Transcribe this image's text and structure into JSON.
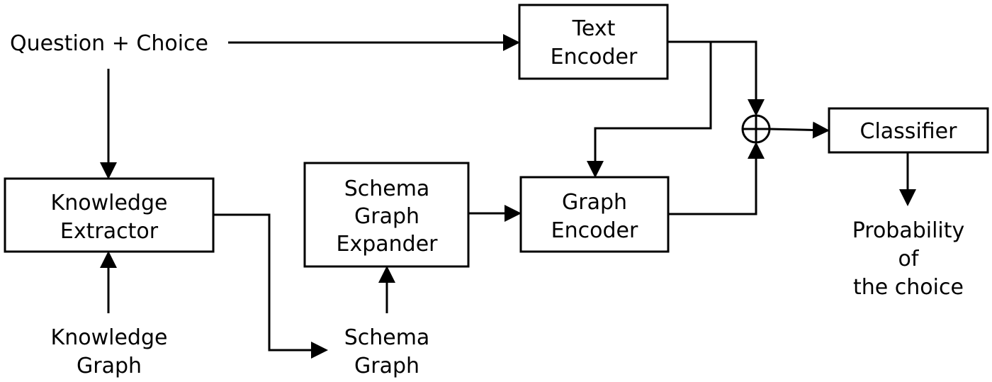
{
  "nodes": {
    "question_choice": "Question + Choice",
    "text_encoder": [
      "Text",
      "Encoder"
    ],
    "classifier": "Classifier",
    "knowledge_extractor": [
      "Knowledge",
      "Extractor"
    ],
    "schema_graph_expander": [
      "Schema",
      "Graph",
      "Expander"
    ],
    "graph_encoder": [
      "Graph",
      "Encoder"
    ],
    "probability": [
      "Probability",
      "of",
      "the choice"
    ],
    "knowledge_graph": [
      "Knowledge",
      "Graph"
    ],
    "schema_graph": [
      "Schema",
      "Graph"
    ]
  },
  "combine_symbol": "⊕"
}
